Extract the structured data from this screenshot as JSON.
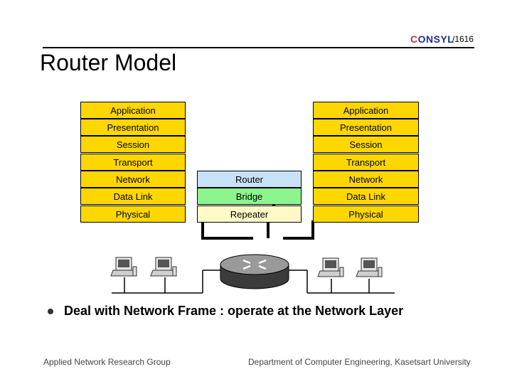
{
  "header": {
    "logo": {
      "first": "C",
      "rest": "ONSYL"
    },
    "page_number": "/1616"
  },
  "title": "Router Model",
  "stacks": {
    "left": [
      "Application",
      "Presentation",
      "Session",
      "Transport",
      "Network",
      "Data Link",
      "Physical"
    ],
    "right": [
      "Application",
      "Presentation",
      "Session",
      "Transport",
      "Network",
      "Data Link",
      "Physical"
    ],
    "middle": [
      "Router",
      "Bridge",
      "Repeater"
    ]
  },
  "colors": {
    "layer": "#ffd700",
    "router": "#c7e1f7",
    "bridge": "#8df58d",
    "repeater": "#fff9c8"
  },
  "bullet": "Deal with Network Frame : operate at the Network Layer",
  "footer": {
    "left": "Applied Network Research Group",
    "right": "Department of Computer Engineering, Kasetsart University"
  }
}
